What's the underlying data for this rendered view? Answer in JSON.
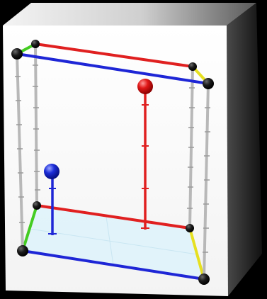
{
  "colors": {
    "background": "#000000",
    "box_front": "#ffffff",
    "box_side": "#3a3a3a",
    "frame_red": "#e02020",
    "frame_blue": "#1e26d6",
    "frame_green": "#44cc22",
    "frame_yellow": "#e6e020",
    "frame_gray": "#b8b8b8",
    "floor_plane": "#dff3fb",
    "corner_ball": "#111111",
    "red_ball": "#e01818",
    "blue_ball": "#1b2cd8"
  },
  "markers": [
    {
      "color": "red",
      "height": 0.76
    },
    {
      "color": "blue",
      "height": 0.32
    }
  ],
  "tick_count_per_post": 8
}
